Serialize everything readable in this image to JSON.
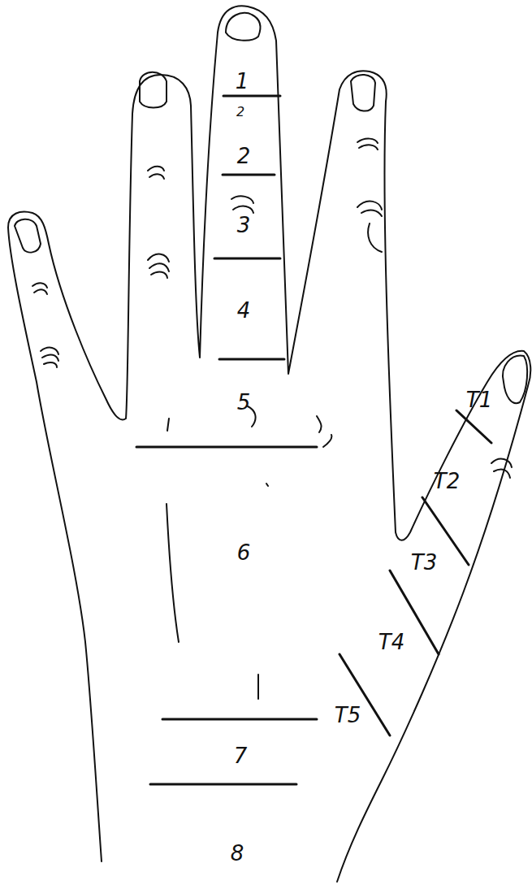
{
  "diagram": {
    "labels": [
      "1",
      "2",
      "2",
      "3",
      "4",
      "5",
      "6",
      "7",
      "8",
      "T1",
      "T2",
      "T3",
      "T4",
      "T5"
    ]
  }
}
